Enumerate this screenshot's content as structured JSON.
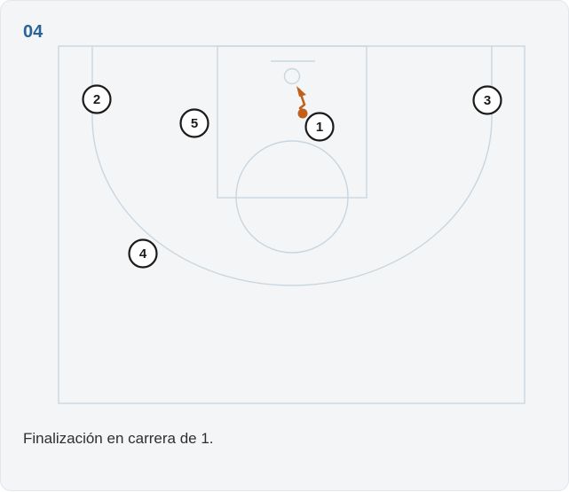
{
  "diagram": {
    "step_number": "04",
    "caption": "Finalización en carrera de 1.",
    "players": [
      {
        "id": "1",
        "label": "1",
        "role": "ball-handler"
      },
      {
        "id": "2",
        "label": "2"
      },
      {
        "id": "3",
        "label": "3"
      },
      {
        "id": "4",
        "label": "4"
      },
      {
        "id": "5",
        "label": "5"
      }
    ],
    "colors": {
      "court_lines": "#c9d6df",
      "player_stroke": "#1b1b1b",
      "player_fill": "#ffffff",
      "action": "#c0601a",
      "step_number": "#2a6496",
      "background": "#f3f5f7"
    }
  }
}
